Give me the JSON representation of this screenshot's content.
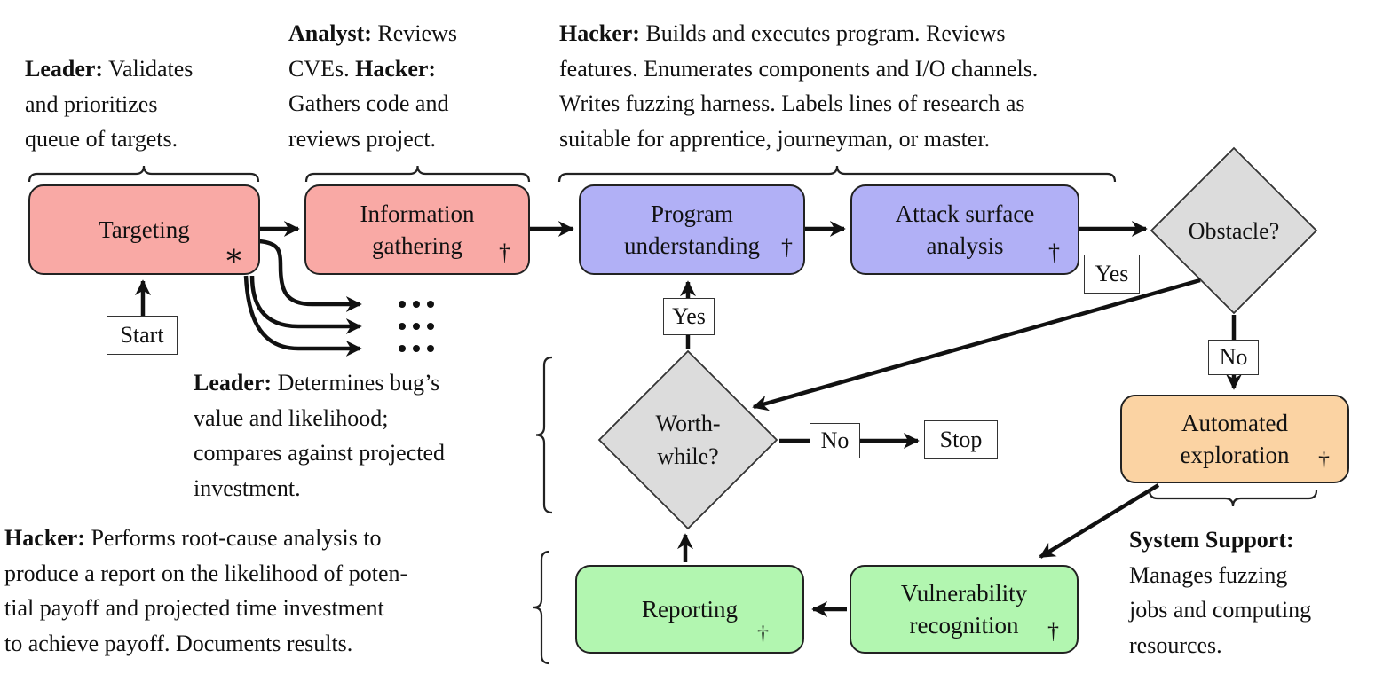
{
  "colors": {
    "stage_early_pink": "#f9a9a5",
    "stage_understanding_blue": "#b1b0f6",
    "stage_automated_orange": "#fbd3a3",
    "stage_reporting_green": "#b2f6b0",
    "decision_gray": "#dcdcdc",
    "line_black": "#1a1a1a"
  },
  "nodes": {
    "targeting": {
      "label": "Targeting",
      "marker": "∗"
    },
    "information_gathering": {
      "label": "Information\ngathering",
      "marker": "†"
    },
    "program_understanding": {
      "label": "Program\nunderstanding",
      "marker": "†"
    },
    "attack_surface_analysis": {
      "label": "Attack surface\nanalysis",
      "marker": "†"
    },
    "automated_exploration": {
      "label": "Automated\nexploration",
      "marker": "†"
    },
    "reporting": {
      "label": "Reporting",
      "marker": "†"
    },
    "vulnerability_recognition": {
      "label": "Vulnerability\nrecognition",
      "marker": "†"
    }
  },
  "decisions": {
    "obstacle": {
      "label": "Obstacle?"
    },
    "worthwhile": {
      "label": "Worth-\nwhile?"
    }
  },
  "edge_labels": {
    "start": "Start",
    "stop": "Stop",
    "yes_to_program_understanding": "Yes",
    "yes_from_obstacle": "Yes",
    "no_from_obstacle": "No",
    "no_from_worthwhile": "No"
  },
  "annotations": {
    "leader_targets": [
      {
        "b": "Leader:"
      },
      {
        "t": " Validates\nand prioritizes\nqueue of targets."
      }
    ],
    "analyst_cves": [
      {
        "b": "Analyst:"
      },
      {
        "t": " Reviews\nCVEs. "
      },
      {
        "b": "Hacker:"
      },
      {
        "t": "\nGathers code and\nreviews project."
      }
    ],
    "hacker_builds": [
      {
        "b": "Hacker:"
      },
      {
        "t": " Builds and executes program. Reviews\nfeatures. Enumerates components and I/O channels.\nWrites fuzzing harness. Labels lines of research as\nsuitable for apprentice, journeyman, or master."
      }
    ],
    "leader_determines": [
      {
        "b": "Leader:"
      },
      {
        "t": " Determines bug’s\nvalue and likelihood;\ncompares against projected\ninvestment."
      }
    ],
    "hacker_performs": [
      {
        "b": "Hacker:"
      },
      {
        "t": " Performs root-cause analysis to\nproduce a report on the likelihood of poten-\ntial payoff and projected time investment\nto achieve payoff. Documents results."
      }
    ],
    "system_support": [
      {
        "b": "System Support:"
      },
      {
        "t": "\nManages fuzzing\njobs and computing\nresources."
      }
    ]
  }
}
